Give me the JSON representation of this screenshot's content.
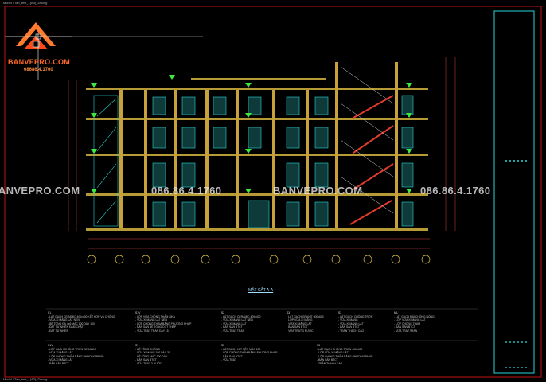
{
  "tabs": {
    "left": "Model  \\  Tab_test_1(A3)_Duong",
    "right": "Model  \\  Tab_test_1(A3)_Duong"
  },
  "logo": {
    "name": "BANVEPRO.COM",
    "phone": "08686.4.1760"
  },
  "watermarks": [
    {
      "brand": "BANVEPRO.COM",
      "phone": "086.86.4.1760"
    },
    {
      "brand": "BANVEPRO.COM",
      "phone": "086.86.4.1760"
    }
  ],
  "drawing_title": "MẶT CẮT A-A",
  "legend": [
    {
      "h": "S1",
      "lines": [
        "- LÁT GẠCH CERAMIC 400x400 KẾT HỢP VẢ CHỐNG",
        "- VỮA XI MĂNG LÁT NỀN",
        "- BÊ TÔNG ĐÁ 4x6 MÁC 100 DÀY 100",
        "- ĐẤT TỰ NHIÊN ĐẦM CHẶT",
        "- ĐẤT TỰ NHIÊN"
      ]
    },
    {
      "h": "S1V",
      "lines": [
        "- LỚP VỮA CHỐNG THẤM SIKA",
        "- VỮA XI MĂNG LÁT NỀN",
        "- LỚP CHỐNG THẤM BẰNG PHƯƠNG PHÁP",
        "- BẢN SÀN BÊ TÔNG CỐT THÉP",
        "- VỮA TRÁT TRẦN DÀY 15"
      ]
    },
    {
      "h": "S2",
      "lines": [
        "- LÁT GẠCH CERAMIC 400x400",
        "- VỮA XI MĂNG LÁT NỀN",
        "- VỮA XI MĂNG LÁT",
        "- BẢN SÀN BTCT",
        "- VỮA TRÁT TRẦN"
      ]
    },
    {
      "h": "S3",
      "lines": [
        "- LÁT GẠCH GRANIT 600x600",
        "- LỚP VỮA XI MĂNG",
        "- VỮA XI MĂNG LÁT",
        "- BẢN SÀN BTCT",
        "- VỮA TRÁT 3 NƯỚC"
      ]
    },
    {
      "h": "S3",
      "lines": [
        "- LÁT GẠCH CHỐNG TRƠN",
        "- VỮA XI MĂNG",
        "- VỮA XI MĂNG LÁT",
        "- BẢN SÀN BTCT",
        "- TRẦN THẠCH CAO"
      ]
    },
    {
      "h": "M1",
      "lines": [
        "- LÁT GẠCH MÁI CHỐNG NÓNG",
        "- LỚP VỮA XI MĂNG LÁT",
        "- LỚP CHỐNG THẤM",
        "- BẢN SÀN BTCT",
        "- VỮA TRÁT TRẦN"
      ]
    },
    {
      "h": "S1V",
      "lines": [
        "- LỚP GẠCH CHỐNG TRƠN CERAMIC",
        "- VỮA XI MĂNG LÁT",
        "- LỚP CHỐNG THẤM BẰNG PHƯƠNG PHÁP",
        "- VỮA XI MĂNG LÁT",
        "- BẢN SÀN BTCT"
      ]
    },
    {
      "h": "S7",
      "lines": [
        "- BÊ TÔNG CHỐNG",
        "- VỮA XI MĂNG 100 DÀY 30",
        "- BÊ TÔNG MÁC 100 DÀY",
        "- BẢN SÀN BTCT",
        "- VỮA TRÁT 3 NƯỚC"
      ]
    },
    {
      "h": "S5",
      "lines": [
        "- LÁT GẠCH LÁT NỀN MÁC 100",
        "- LỚP CHỐNG THẤM BẰNG PHƯƠNG PHÁP",
        "- BẢN SÀN BTCT",
        "- VỮA TRÁT"
      ]
    },
    {
      "h": "S5",
      "lines": [
        "- LÁT GẠCH CHỐNG TRƠN 400x400",
        "- LỚP VỮA XI MĂNG LÁT",
        "- LỚP CHỐNG THẤM BẰNG PHƯƠNG PHÁP",
        "- BẢN SÀN BTCT",
        "- TRẦN THẠCH CAO"
      ]
    }
  ]
}
